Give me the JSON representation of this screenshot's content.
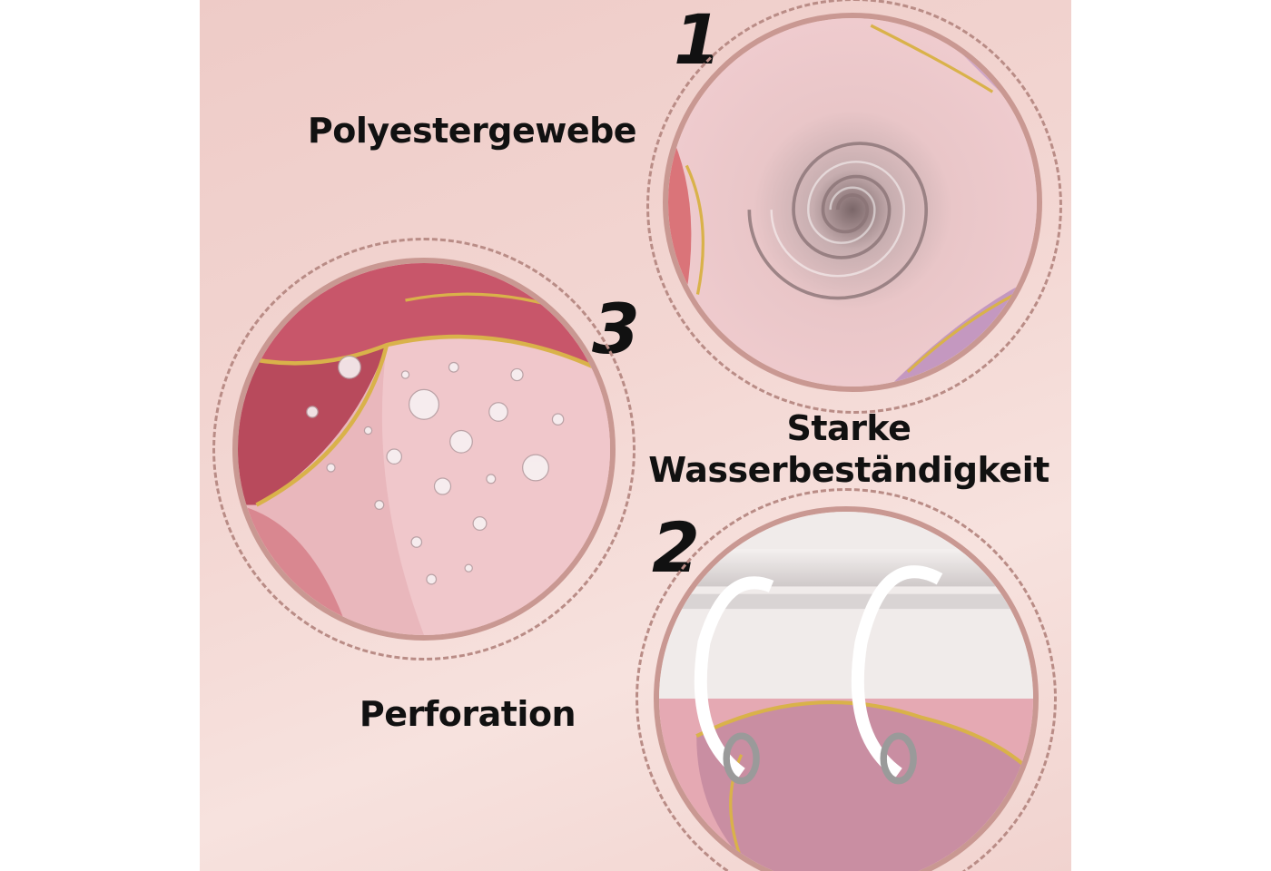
{
  "labels": {
    "polyester": "Polyestergewebe",
    "water_line1": "Starke",
    "water_line2": "Wasserbeständigkeit",
    "perforation": "Perforation"
  },
  "numbers": {
    "one": "1",
    "two": "2",
    "three": "3"
  },
  "colors": {
    "background": "#f3d7d3",
    "ring": "#b98c86",
    "disc_border": "#c99892",
    "marble_pink": "#e7a6ae",
    "marble_rose": "#c8566a",
    "marble_lilac": "#c49ac5",
    "gold_vein": "#d9b24a",
    "text": "#111111"
  }
}
